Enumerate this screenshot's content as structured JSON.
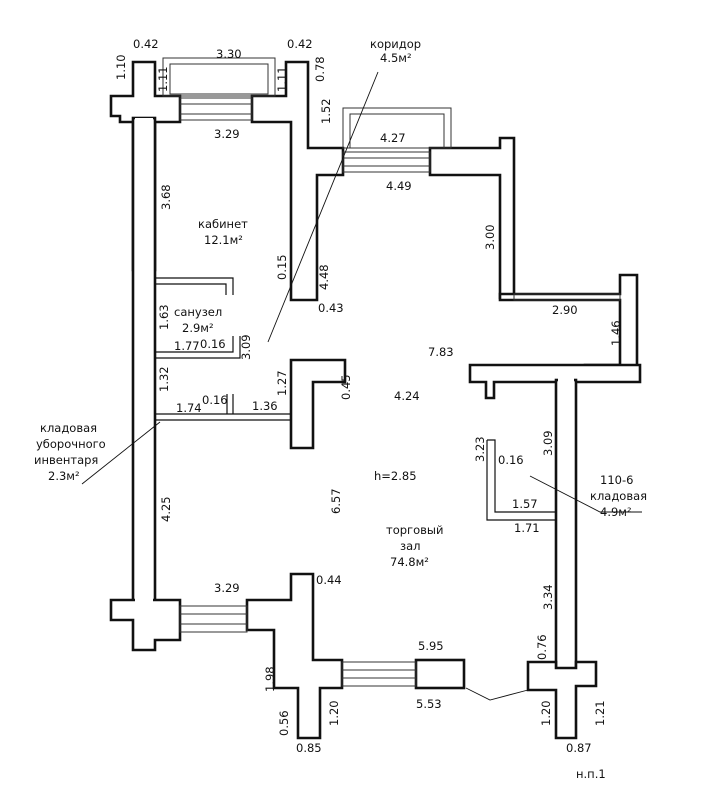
{
  "rooms": {
    "corridor": {
      "name": "коридор",
      "area": "4.5м²"
    },
    "office": {
      "name": "кабинет",
      "area": "12.1м²"
    },
    "bathroom": {
      "name": "санузел",
      "area": "2.9м²"
    },
    "cleaning_storage": {
      "name_line1": "кладовая",
      "name_line2": "уборочного",
      "name_line3": "инвентаря",
      "area": "2.3м²"
    },
    "sales_hall": {
      "name_line1": "торговый",
      "name_line2": "зал",
      "area": "74.8м²"
    },
    "storage_110b": {
      "code": "110-6",
      "name": "кладовая",
      "area": "4.9м²"
    }
  },
  "ceiling_height": "h=2.85",
  "sheet_mark": "н.п.1",
  "dimensions": {
    "d_042_left": "0.42",
    "d_110_left": "1.10",
    "d_111_left": "1.11",
    "d_330": "3.30",
    "d_042_right": "0.42",
    "d_111_right": "1.11",
    "d_078": "0.78",
    "d_329_top": "3.29",
    "d_152": "1.52",
    "d_427": "4.27",
    "d_449": "4.49",
    "d_368": "3.68",
    "d_300": "3.00",
    "d_015": "0.15",
    "d_448": "4.48",
    "d_043": "0.43",
    "d_290": "2.90",
    "d_146": "1.46",
    "d_163": "1.63",
    "d_177": "1.77",
    "d_016_a": "0.16",
    "d_309_left": "3.09",
    "d_783": "7.83",
    "d_132": "1.32",
    "d_127": "1.27",
    "d_045": "0.45",
    "d_424": "4.24",
    "d_016_b": "0.16",
    "d_174": "1.74",
    "d_136": "1.36",
    "d_323": "3.23",
    "d_016_c": "0.16",
    "d_309_right": "3.09",
    "d_157": "1.57",
    "d_171": "1.71",
    "d_657": "6.57",
    "d_425": "4.25",
    "d_044": "0.44",
    "d_334": "3.34",
    "d_329_bottom": "3.29",
    "d_076": "0.76",
    "d_595": "5.95",
    "d_198": "1.98",
    "d_553": "5.53",
    "d_056": "0.56",
    "d_120_left": "1.20",
    "d_085": "0.85",
    "d_120_right": "1.20",
    "d_121": "1.21",
    "d_087": "0.87"
  }
}
